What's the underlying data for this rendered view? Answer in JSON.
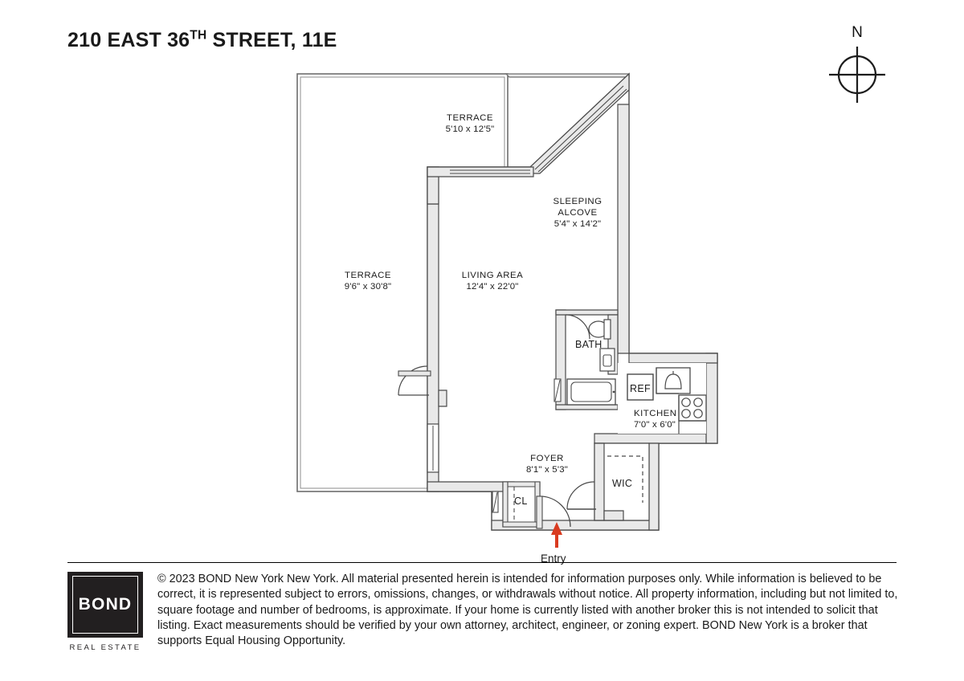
{
  "header": {
    "address_prefix": "210 EAST 36",
    "address_ordinal": "TH",
    "address_suffix": " STREET, 11E"
  },
  "compass": {
    "north_label": "N",
    "icon": "compass-rose-icon"
  },
  "floorplan": {
    "rooms": [
      {
        "id": "terrace-small",
        "name": "TERRACE",
        "dims": "5'10 x 12'5\""
      },
      {
        "id": "terrace-large",
        "name": "TERRACE",
        "dims": "9'6\" x 30'8\""
      },
      {
        "id": "living-area",
        "name": "LIVING AREA",
        "dims": "12'4\" x 22'0\""
      },
      {
        "id": "sleeping-alcove",
        "name": "SLEEPING",
        "name2": "ALCOVE",
        "dims": "5'4\" x 14'2\""
      },
      {
        "id": "kitchen",
        "name": "KITCHEN",
        "dims": "7'0\" x 6'0\""
      },
      {
        "id": "foyer",
        "name": "FOYER",
        "dims": "8'1\" x 5'3\""
      }
    ],
    "tags": {
      "bath": "BATH",
      "ref": "REF",
      "wic": "WIC",
      "cl": "CL"
    },
    "entry": {
      "label": "Entry",
      "arrow_color": "#d93b20",
      "icon": "up-arrow-icon"
    },
    "colors": {
      "wall_fill": "#e9e9e9",
      "wall_stroke": "#4a4a4a",
      "fixture_stroke": "#4a4a4a",
      "terrace_stroke": "#6a6a6a"
    }
  },
  "footer": {
    "logo": {
      "word": "BOND",
      "subtitle": "REAL ESTATE"
    },
    "disclaimer": "© 2023 BOND New York New York. All material presented herein is intended for information purposes only. While information is believed to be correct, it is represented subject to errors, omissions, changes, or withdrawals without notice. All property information, including but not limited to, square footage and number of bedrooms, is approximate. If your home is currently listed with another broker this is not intended to solicit that listing. Exact measurements should be verified by your own attorney, architect, engineer, or zoning expert. BOND New York is a broker that supports Equal Housing Opportunity."
  }
}
